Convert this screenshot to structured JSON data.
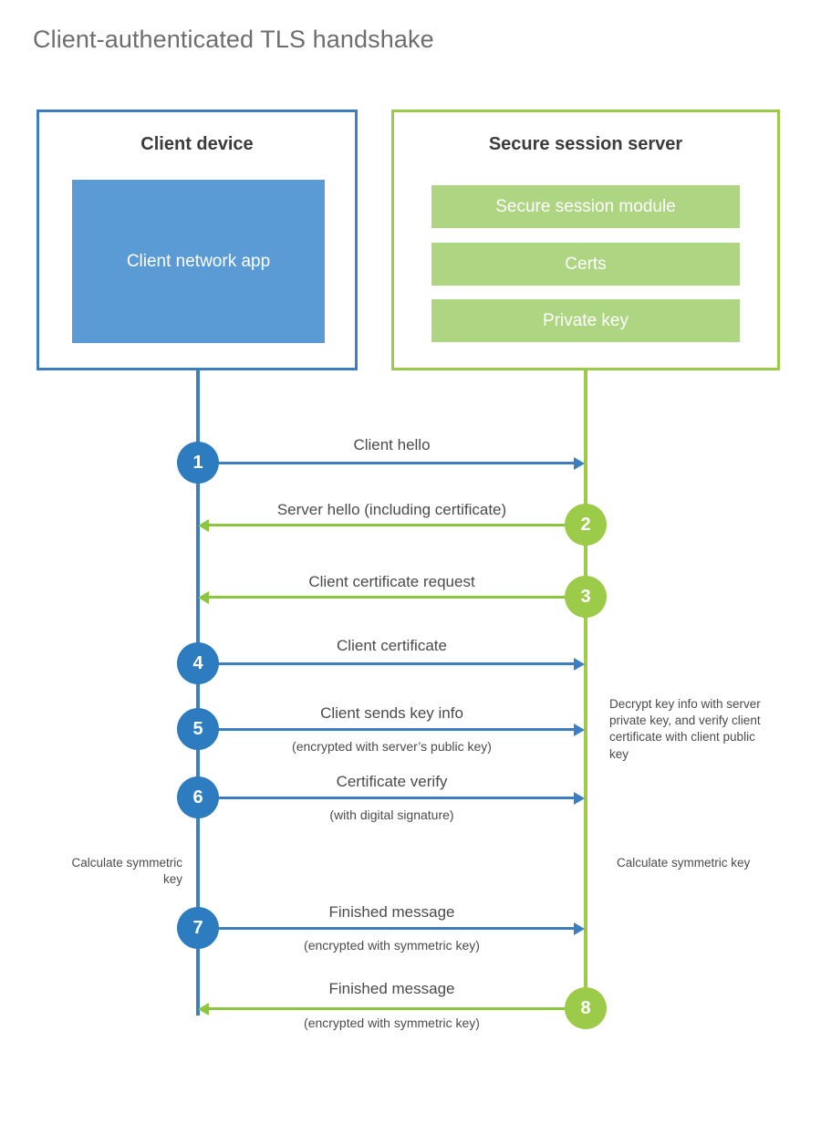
{
  "title": "Client-authenticated TLS handshake",
  "colors": {
    "client_blue": "#3c7ebf",
    "client_circle_blue": "#2e7cc0",
    "client_app_fill": "#5b9bd5",
    "server_green": "#9ccb4a",
    "server_bar_fill": "#aed581",
    "arrow_green": "#8cc63f",
    "title_gray": "#6d6e71",
    "text_gray": "#4b4b4b"
  },
  "client": {
    "title": "Client device",
    "app_label": "Client network app"
  },
  "server": {
    "title": "Secure session server",
    "components": [
      "Secure session module",
      "Certs",
      "Private key"
    ]
  },
  "steps": [
    {
      "number": "1",
      "label": "Client hello",
      "sub": "",
      "direction": "client-to-server",
      "origin": "client"
    },
    {
      "number": "2",
      "label": "Server hello (including certificate)",
      "sub": "",
      "direction": "server-to-client",
      "origin": "server"
    },
    {
      "number": "3",
      "label": "Client certificate request",
      "sub": "",
      "direction": "server-to-client",
      "origin": "server"
    },
    {
      "number": "4",
      "label": "Client certificate",
      "sub": "",
      "direction": "client-to-server",
      "origin": "client"
    },
    {
      "number": "5",
      "label": "Client sends key info",
      "sub": "(encrypted with server’s public key)",
      "direction": "client-to-server",
      "origin": "client"
    },
    {
      "number": "6",
      "label": "Certificate verify",
      "sub": "(with digital signature)",
      "direction": "client-to-server",
      "origin": "client"
    },
    {
      "number": "7",
      "label": "Finished message",
      "sub": "(encrypted with symmetric key)",
      "direction": "client-to-server",
      "origin": "client"
    },
    {
      "number": "8",
      "label": "Finished message",
      "sub": "(encrypted with symmetric key)",
      "direction": "server-to-client",
      "origin": "server"
    }
  ],
  "notes": {
    "server_decrypt": "Decrypt key info with server private key, and verify client certificate with client public key",
    "client_calculate": "Calculate symmetric key",
    "server_calculate": "Calculate symmetric key"
  }
}
